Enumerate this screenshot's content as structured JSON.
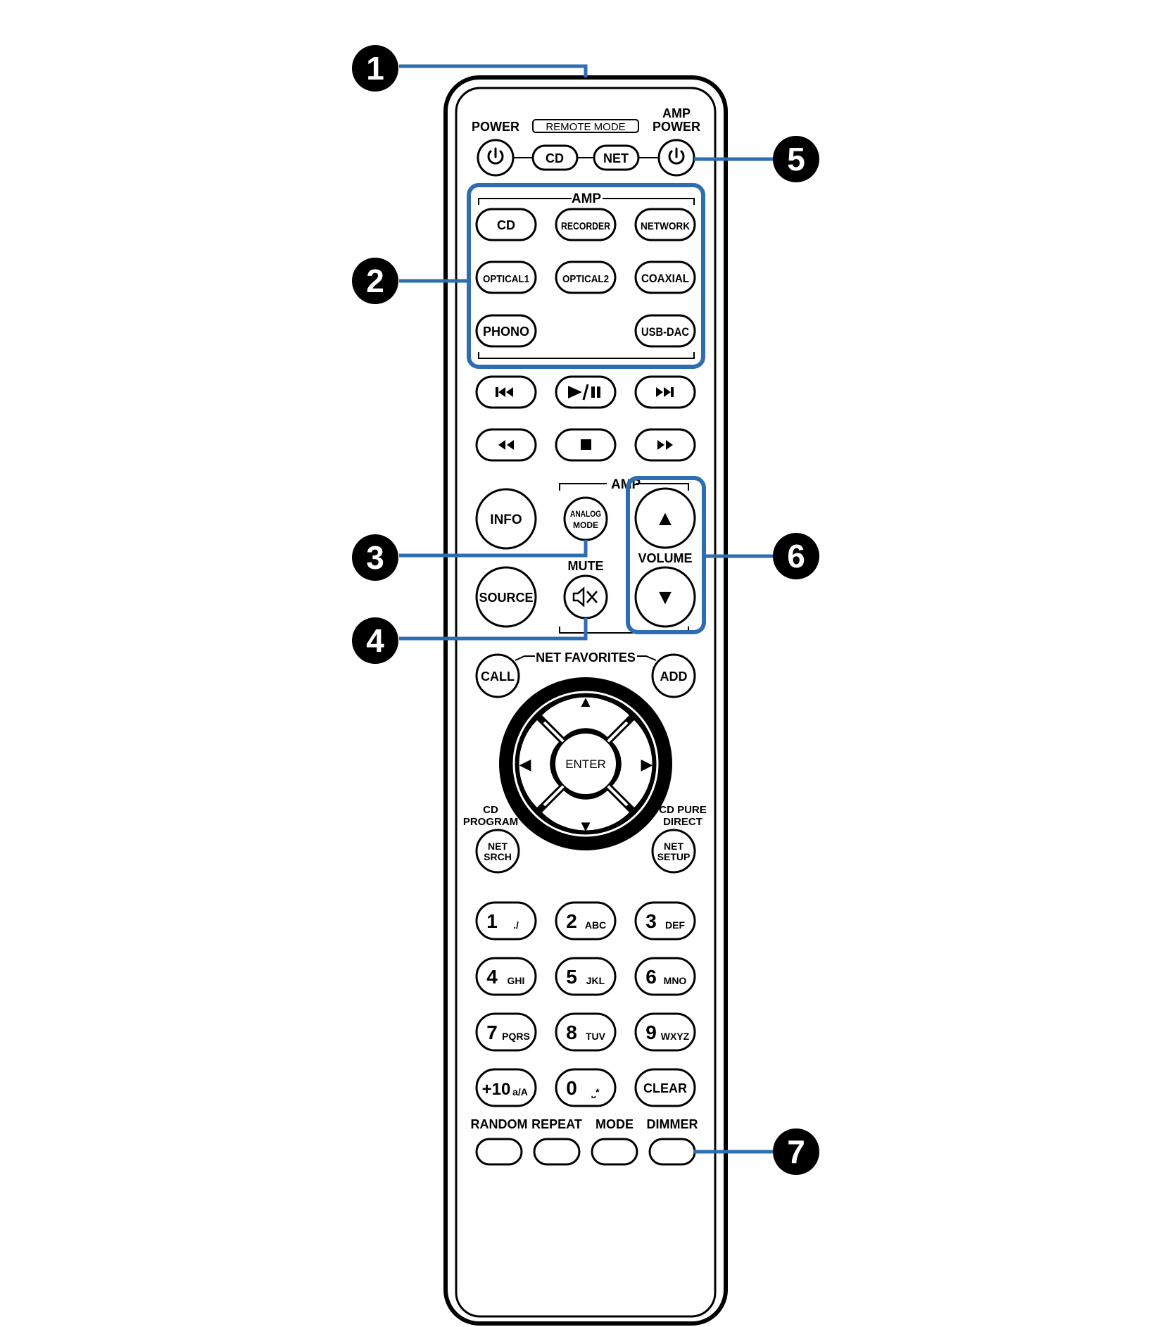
{
  "colors": {
    "ink": "#000000",
    "paper": "#ffffff",
    "callout": "#2f6db3"
  },
  "top_labels": {
    "power": "POWER",
    "remote_mode": "REMOTE MODE",
    "amp_power_1": "AMP",
    "amp_power_2": "POWER"
  },
  "remote_mode_buttons": [
    "CD",
    "NET"
  ],
  "amp_group": {
    "title": "AMP",
    "buttons": [
      "CD",
      "RECORDER",
      "NETWORK",
      "OPTICAL1",
      "OPTICAL2",
      "COAXIAL",
      "PHONO",
      "USB-DAC"
    ]
  },
  "transport": {
    "skip_back": "⏮",
    "play_pause": "▶/⏸",
    "skip_forward": "⏭",
    "rewind": "◀◀",
    "stop": "■",
    "fast_forward": "▶▶"
  },
  "amp_bracket_label": "AMP",
  "info": "INFO",
  "analog_mode_1": "ANALOG",
  "analog_mode_2": "MODE",
  "mute_label": "MUTE",
  "source": "SOURCE",
  "volume": {
    "label": "VOLUME",
    "up": "▲",
    "down": "▼"
  },
  "net_favorites": {
    "title": "NET FAVORITES",
    "call": "CALL",
    "add": "ADD"
  },
  "cursor": {
    "enter": "ENTER",
    "up": "▲",
    "down": "▼",
    "left": "◀",
    "right": "▶"
  },
  "cd_program_1": "CD",
  "cd_program_2": "PROGRAM",
  "cd_pure_direct_1": "CD PURE",
  "cd_pure_direct_2": "DIRECT",
  "net_search_1": "NET",
  "net_search_2": "SRCH",
  "net_setup_1": "NET",
  "net_setup_2": "SETUP",
  "number_keys": [
    {
      "main": "1",
      "sub": "./"
    },
    {
      "main": "2",
      "sub": "ABC"
    },
    {
      "main": "3",
      "sub": "DEF"
    },
    {
      "main": "4",
      "sub": "GHI"
    },
    {
      "main": "5",
      "sub": "JKL"
    },
    {
      "main": "6",
      "sub": "MNO"
    },
    {
      "main": "7",
      "sub": "PQRS"
    },
    {
      "main": "8",
      "sub": "TUV"
    },
    {
      "main": "9",
      "sub": "WXYZ"
    },
    {
      "main": "+10",
      "sub": "a/A"
    },
    {
      "main": "0",
      "sub": "⎵*"
    },
    {
      "main": "CLEAR",
      "sub": ""
    }
  ],
  "bottom_labels": [
    "RANDOM",
    "REPEAT",
    "MODE",
    "DIMMER"
  ],
  "callouts": [
    "1",
    "2",
    "3",
    "4",
    "5",
    "6",
    "7"
  ]
}
